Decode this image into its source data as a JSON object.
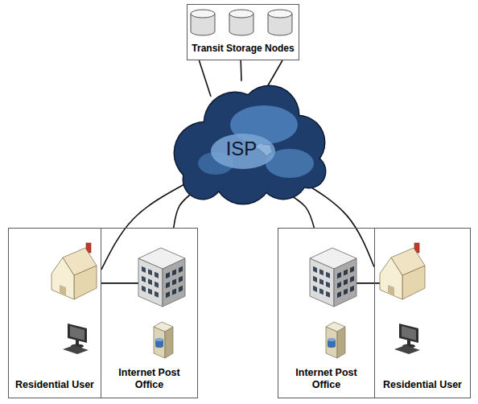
{
  "diagram": {
    "nodes": [
      {
        "text": [
          "Transit Storage Nodes"
        ]
      },
      {
        "text": [
          "ISP"
        ]
      },
      {
        "text": [
          "Residential User"
        ]
      },
      {
        "text": [
          "Internet Post Office"
        ]
      },
      {
        "text": [
          "Internet Post Office"
        ]
      },
      {
        "text": [
          "Residential User"
        ]
      }
    ],
    "edges": [
      {
        "from": 0,
        "to": 1,
        "arrow": "none"
      },
      {
        "from": 0,
        "to": 1,
        "arrow": "none"
      },
      {
        "from": 0,
        "to": 1,
        "arrow": "none"
      },
      {
        "from": 1,
        "to": 2,
        "arrow": "none"
      },
      {
        "from": 1,
        "to": 3,
        "arrow": "none"
      },
      {
        "from": 2,
        "to": 3,
        "arrow": "none"
      },
      {
        "from": 1,
        "to": 4,
        "arrow": "none"
      },
      {
        "from": 1,
        "to": 5,
        "arrow": "none"
      },
      {
        "from": 4,
        "to": 5,
        "arrow": "none"
      }
    ]
  }
}
